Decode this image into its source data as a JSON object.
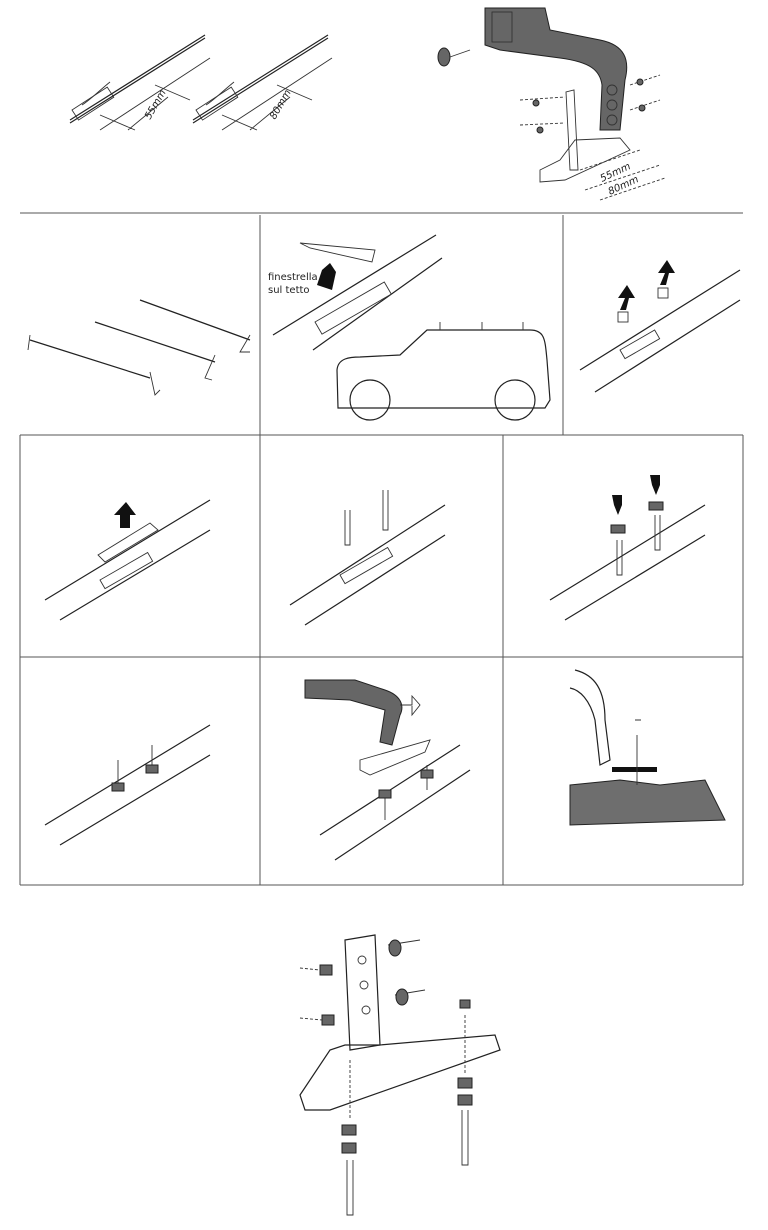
{
  "top": {
    "measure_left_1": "55mm",
    "measure_left_2": "80mm",
    "measure_bracket_1": "55mm",
    "measure_bracket_2": "80mm"
  },
  "step_car": {
    "caption_line1": "finestrella",
    "caption_line2": "sul tetto"
  },
  "colors": {
    "line": "#222222",
    "fill_dark": "#666666",
    "roof_fill": "#6e6e6e"
  }
}
